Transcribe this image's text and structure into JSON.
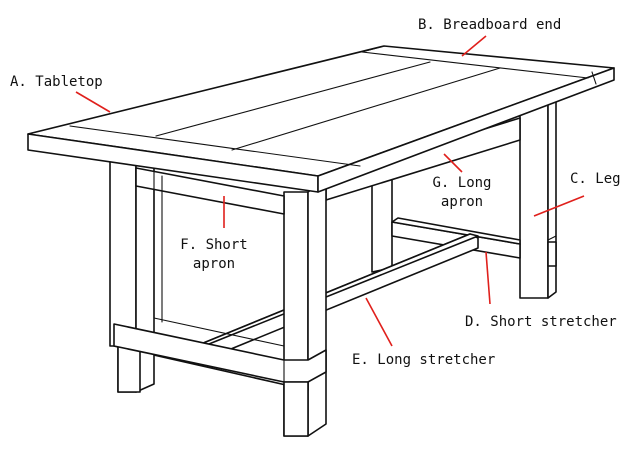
{
  "diagram": {
    "accent_color": "#e0201c",
    "labels": {
      "tabletop": "A. Tabletop",
      "breadboard_end": "B. Breadboard end",
      "leg": "C. Leg",
      "short_stretcher": "D. Short stretcher",
      "long_stretcher": "E. Long stretcher",
      "short_apron_1": "F. Short",
      "short_apron_2": "apron",
      "long_apron_1": "G. Long",
      "long_apron_2": "apron"
    }
  }
}
